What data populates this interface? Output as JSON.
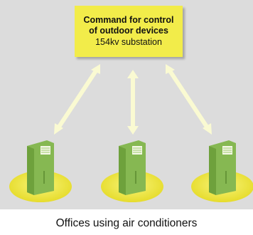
{
  "command_box": {
    "line1": "Command for control",
    "line2": "of outdoor devices",
    "line3": "154kv substation"
  },
  "caption": "Offices using air conditioners",
  "colors": {
    "background": "#dcdcdc",
    "command_box": "#f2ec4a",
    "arrow": "#fafad2",
    "unit_base": "#f2ec4a",
    "unit_body": "#9dc86a"
  },
  "devices": [
    {
      "icon": "air-conditioner-icon"
    },
    {
      "icon": "air-conditioner-icon"
    },
    {
      "icon": "air-conditioner-icon"
    }
  ]
}
